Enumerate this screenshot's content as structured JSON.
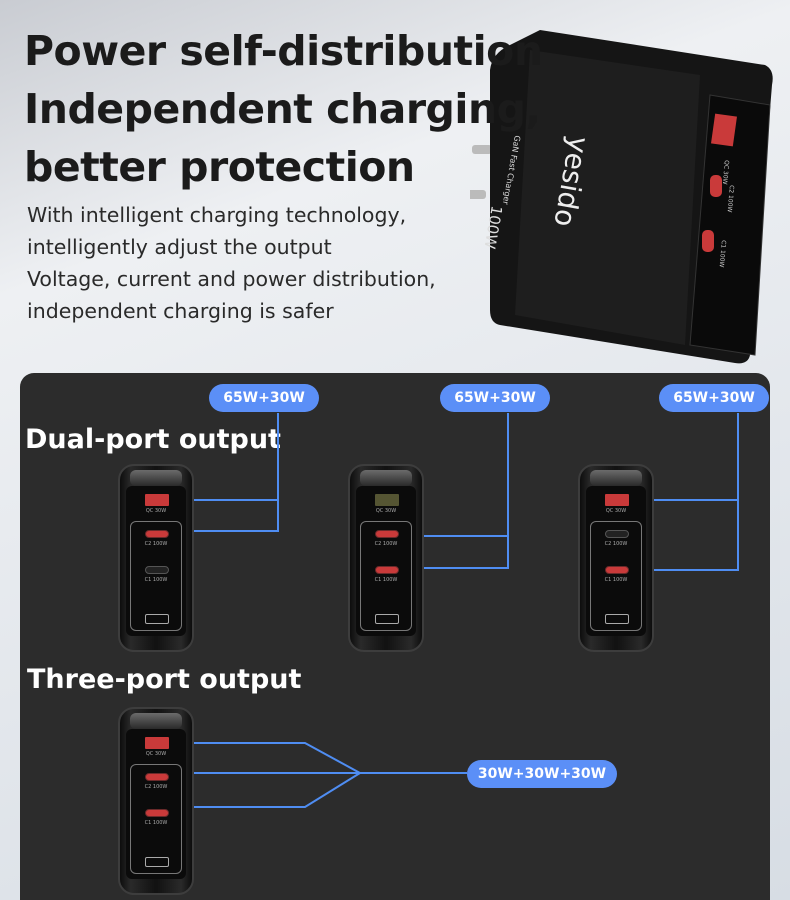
{
  "headline": [
    "Power self-distribution",
    "Independent charging,",
    "better protection"
  ],
  "description": [
    "With intelligent charging technology,",
    "intelligently adjust the output",
    "Voltage, current and power distribution,",
    "independent charging is safer"
  ],
  "product": {
    "brand": "yesido",
    "subtitle": "GaN Fast Charger",
    "power": "100W",
    "ports": [
      "QC 30W",
      "C2 100W",
      "C1 100W"
    ]
  },
  "dual_port": {
    "title": "Dual-port output",
    "configs": [
      {
        "label": "65W+30W",
        "active": [
          "A",
          "C2"
        ]
      },
      {
        "label": "65W+30W",
        "active": [
          "C2",
          "C1"
        ]
      },
      {
        "label": "65W+30W",
        "active": [
          "A",
          "C1"
        ]
      }
    ]
  },
  "three_port": {
    "title": "Three-port output",
    "label": "30W+30W+30W",
    "active": [
      "A",
      "C2",
      "C1"
    ]
  },
  "colors": {
    "accent": "#5b8ff7",
    "line": "#4f8df2",
    "panel": "#2c2c2c"
  }
}
